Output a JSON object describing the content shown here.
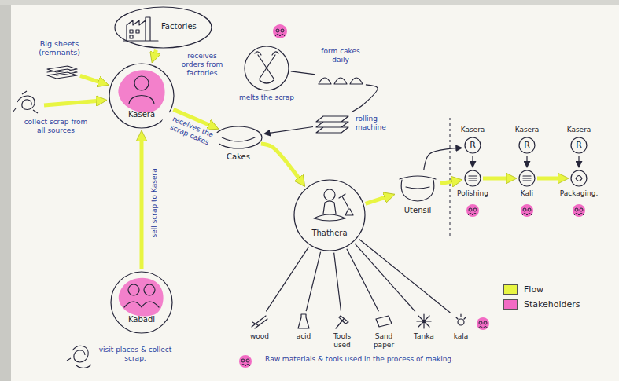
{
  "diagram": {
    "nodes": [
      {
        "text": [
          "Factories"
        ]
      },
      {
        "text": [
          "Big sheets (remnants)"
        ]
      },
      {
        "text": [
          "Kasera"
        ]
      },
      {
        "text": [
          "melts the scrap"
        ]
      },
      {
        "text": [
          "form cakes daily"
        ]
      },
      {
        "text": [
          "rolling machine"
        ]
      },
      {
        "text": [
          "Cakes"
        ]
      },
      {
        "text": [
          "Thathera"
        ]
      },
      {
        "text": [
          "Utensil"
        ]
      },
      {
        "text": [
          "Kasera",
          "R"
        ]
      },
      {
        "text": [
          "Kasera",
          "R"
        ]
      },
      {
        "text": [
          "Kasera",
          "R"
        ]
      },
      {
        "text": [
          "Polishing"
        ]
      },
      {
        "text": [
          "Kali"
        ]
      },
      {
        "text": [
          "Packaging."
        ]
      },
      {
        "text": [
          "Kabadi"
        ]
      },
      {
        "text": [
          "wood"
        ]
      },
      {
        "text": [
          "acid"
        ]
      },
      {
        "text": [
          "Tools used"
        ]
      },
      {
        "text": [
          "Sand paper"
        ]
      },
      {
        "text": [
          "Tanka"
        ]
      },
      {
        "text": [
          "kala"
        ]
      }
    ],
    "edges": [
      {
        "from": 0,
        "to": 2,
        "arrow": "to",
        "label": "receives orders from factories"
      },
      {
        "from": 1,
        "to": 2,
        "arrow": "to"
      },
      {
        "from": 15,
        "to": 2,
        "arrow": "to",
        "label": "sell scrap to Kasera"
      },
      {
        "from": 2,
        "to": 6,
        "arrow": "to",
        "label": "receives the scrap cakes"
      },
      {
        "from": 3,
        "to": 4,
        "arrow": "none"
      },
      {
        "from": 4,
        "to": 5,
        "arrow": "none"
      },
      {
        "from": 5,
        "to": 6,
        "arrow": "to"
      },
      {
        "from": 6,
        "to": 7,
        "arrow": "to"
      },
      {
        "from": 7,
        "to": 8,
        "arrow": "to"
      },
      {
        "from": 8,
        "to": 9,
        "arrow": "to"
      },
      {
        "from": 8,
        "to": 12,
        "arrow": "to"
      },
      {
        "from": 12,
        "to": 13,
        "arrow": "to"
      },
      {
        "from": 13,
        "to": 14,
        "arrow": "to"
      },
      {
        "from": 9,
        "to": 12,
        "arrow": "to"
      },
      {
        "from": 10,
        "to": 13,
        "arrow": "to"
      },
      {
        "from": 11,
        "to": 14,
        "arrow": "to"
      },
      {
        "from": 7,
        "to": 16,
        "arrow": "none"
      },
      {
        "from": 7,
        "to": 17,
        "arrow": "none"
      },
      {
        "from": 7,
        "to": 18,
        "arrow": "none"
      },
      {
        "from": 7,
        "to": 19,
        "arrow": "none"
      },
      {
        "from": 7,
        "to": 20,
        "arrow": "none"
      },
      {
        "from": 7,
        "to": 21,
        "arrow": "none"
      }
    ],
    "labels": [
      "collect scrap from all sources",
      "visit places & collect scrap.",
      "Raw materials & tools used in the process of making."
    ],
    "legend": [
      {
        "text": "Flow",
        "color": "#e8f542"
      },
      {
        "text": "Stakeholders",
        "color": "#f26bc4"
      }
    ]
  }
}
